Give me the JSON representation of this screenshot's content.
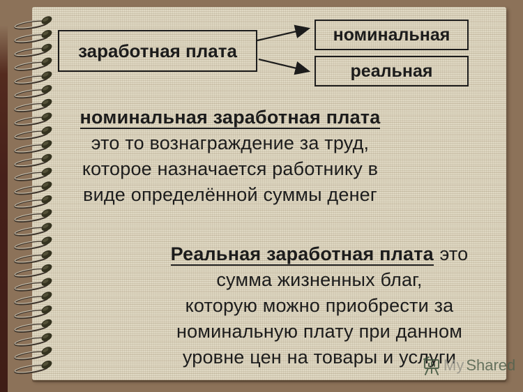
{
  "colors": {
    "background_brown": "#8c7259",
    "paper_beige": "#ded6c0",
    "left_edge_maroon": "#46201a",
    "ink_black": "#1c1c1c",
    "watermark_gray": "#96948a",
    "watermark_green": "#53624e"
  },
  "diagram": {
    "root_label": "заработная плата",
    "branches": [
      {
        "label": "номинальная"
      },
      {
        "label": "реальная"
      }
    ]
  },
  "nominal_def": {
    "term": "номинальная заработная плата",
    "lines": [
      "это то вознаграждение за труд,",
      "которое назначается работнику в",
      "виде определённой суммы денег"
    ]
  },
  "real_def": {
    "term": "Реальная заработная плата",
    "after_term": "это",
    "lines": [
      "сумма жизненных благ,",
      "которую можно приобрести за",
      "номинальную плату при данном",
      "уровне цен на товары и услуги"
    ]
  },
  "watermark": {
    "my": "My",
    "shared": "Shared"
  }
}
